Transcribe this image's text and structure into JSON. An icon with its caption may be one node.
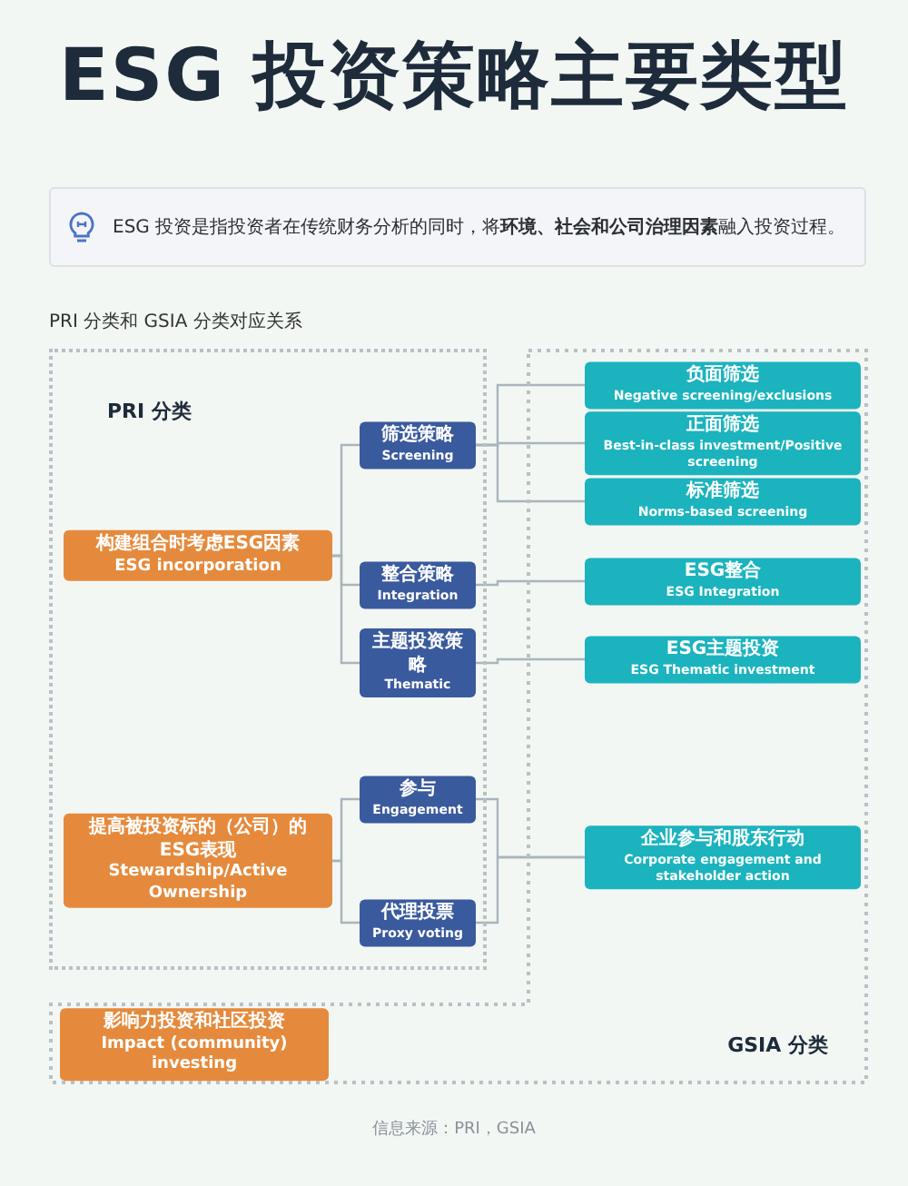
{
  "diagram": {
    "title": "ESG 投资策略主要类型",
    "nodes": [
      {
        "text": [
          "ESG 投资是指投资者在传统财务分析的同时，将**环境、社会和公司治理因素**融入投资过程。"
        ]
      },
      {
        "text": [
          "PRI 分类"
        ]
      },
      {
        "text": [
          "构建组合时考虑ESG因素",
          "ESG incorporation"
        ],
        "in": 1
      },
      {
        "text": [
          "筛选策略",
          "Screening"
        ],
        "in": 1
      },
      {
        "text": [
          "整合策略",
          "Integration"
        ],
        "in": 1
      },
      {
        "text": [
          "主题投资策略",
          "Thematic"
        ],
        "in": 1
      },
      {
        "text": [
          "提高被投资标的（公司）的ESG表现",
          "Stewardship/Active Ownership"
        ],
        "in": 1
      },
      {
        "text": [
          "参与",
          "Engagement"
        ],
        "in": 1
      },
      {
        "text": [
          "代理投票",
          "Proxy voting"
        ],
        "in": 1
      },
      {
        "text": [
          "GSIA 分类"
        ]
      },
      {
        "text": [
          "负面筛选",
          "Negative screening/exclusions"
        ],
        "in": 9
      },
      {
        "text": [
          "正面筛选",
          "Best-in-class investment/Positive screening"
        ],
        "in": 9
      },
      {
        "text": [
          "标准筛选",
          "Norms-based screening"
        ],
        "in": 9
      },
      {
        "text": [
          "ESG整合",
          "ESG Integration"
        ],
        "in": 9
      },
      {
        "text": [
          "ESG主题投资",
          "ESG Thematic investment"
        ],
        "in": 9
      },
      {
        "text": [
          "企业参与和股东行动",
          "Corporate engagement and stakeholder action"
        ],
        "in": 9
      },
      {
        "text": [
          "影响力投资和社区投资",
          "Impact (community) investing"
        ],
        "in": 9
      }
    ],
    "edges": [
      {
        "from": 2,
        "to": 3,
        "arrow": "none"
      },
      {
        "from": 2,
        "to": 4,
        "arrow": "none"
      },
      {
        "from": 2,
        "to": 5,
        "arrow": "none"
      },
      {
        "from": 6,
        "to": 7,
        "arrow": "none"
      },
      {
        "from": 6,
        "to": 8,
        "arrow": "none"
      },
      {
        "from": 3,
        "to": 10,
        "arrow": "none"
      },
      {
        "from": 3,
        "to": 11,
        "arrow": "none"
      },
      {
        "from": 3,
        "to": 12,
        "arrow": "none"
      },
      {
        "from": 4,
        "to": 13,
        "arrow": "none"
      },
      {
        "from": 5,
        "to": 14,
        "arrow": "none"
      },
      {
        "from": 7,
        "to": 15,
        "arrow": "none"
      },
      {
        "from": 8,
        "to": 15,
        "arrow": "none"
      }
    ],
    "labels": [
      "PRI 分类和 GSIA 分类对应关系",
      "信息来源：PRI，GSIA"
    ]
  }
}
